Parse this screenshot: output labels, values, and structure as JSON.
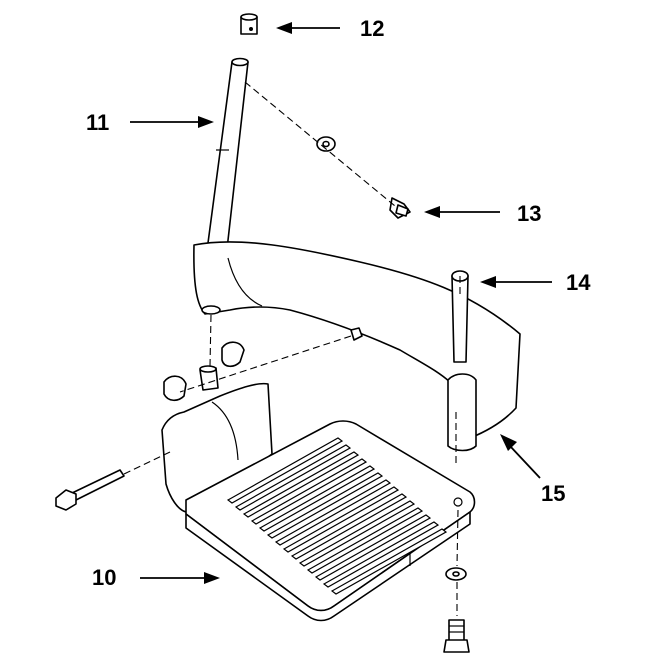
{
  "callouts": [
    {
      "id": "10",
      "label": "10"
    },
    {
      "id": "11",
      "label": "11"
    },
    {
      "id": "12",
      "label": "12"
    },
    {
      "id": "13",
      "label": "13"
    },
    {
      "id": "14",
      "label": "14"
    },
    {
      "id": "15",
      "label": "15"
    }
  ]
}
